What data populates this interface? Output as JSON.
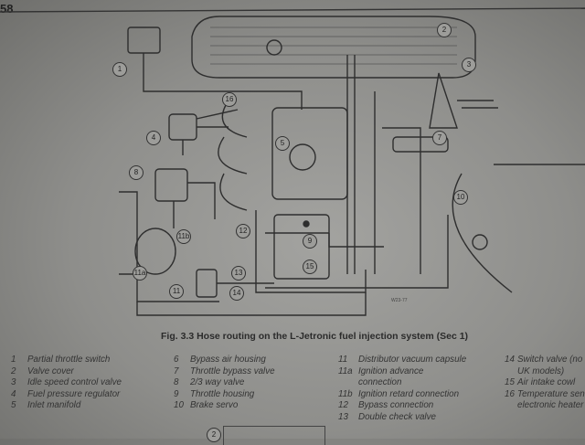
{
  "page_number": "58",
  "figure": {
    "caption": "Fig. 3.3 Hose routing on the L-Jetronic fuel injection system (Sec 1)",
    "callouts": [
      "1",
      "2",
      "3",
      "4",
      "5",
      "7",
      "8",
      "9",
      "10",
      "11",
      "11a",
      "11b",
      "12",
      "13",
      "14",
      "15",
      "16"
    ],
    "next_figure_callout": "2"
  },
  "legend": {
    "col1": [
      {
        "n": "1",
        "t": "Partial throttle switch"
      },
      {
        "n": "2",
        "t": "Valve cover"
      },
      {
        "n": "3",
        "t": "Idle speed control valve"
      },
      {
        "n": "4",
        "t": "Fuel pressure regulator"
      },
      {
        "n": "5",
        "t": "Inlet manifold"
      }
    ],
    "col2": [
      {
        "n": "6",
        "t": "Bypass air housing"
      },
      {
        "n": "7",
        "t": "Throttle bypass valve"
      },
      {
        "n": "8",
        "t": "2/3 way valve"
      },
      {
        "n": "9",
        "t": "Throttle housing"
      },
      {
        "n": "10",
        "t": "Brake servo"
      }
    ],
    "col3": [
      {
        "n": "11",
        "t": "Distributor vacuum capsule"
      },
      {
        "n": "11a",
        "t": "Ignition advance"
      },
      {
        "n": "",
        "t": "connection"
      },
      {
        "n": "11b",
        "t": "Ignition retard connection"
      },
      {
        "n": "12",
        "t": "Bypass connection"
      },
      {
        "n": "13",
        "t": "Double check valve"
      }
    ],
    "col4": [
      {
        "n": "14",
        "t": "Switch valve (no"
      },
      {
        "n": "",
        "t": "UK models)"
      },
      {
        "n": "15",
        "t": "Air intake cowl"
      },
      {
        "n": "16",
        "t": "Temperature sen"
      },
      {
        "n": "",
        "t": "electronic heater"
      }
    ]
  }
}
